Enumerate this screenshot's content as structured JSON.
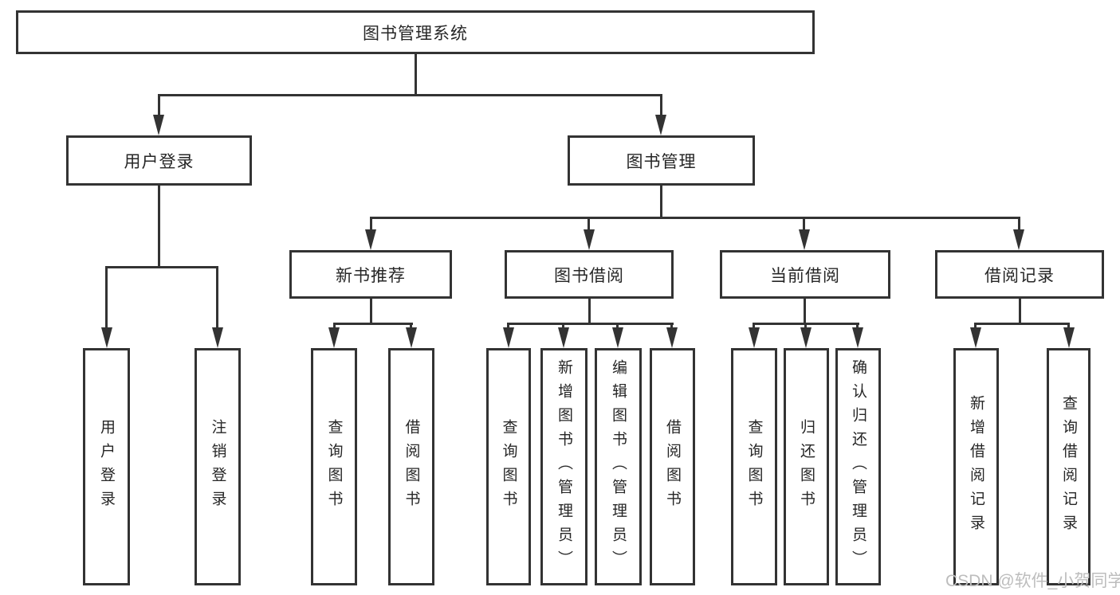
{
  "root": {
    "label": "图书管理系统"
  },
  "level2": {
    "user_login": {
      "label": "用户登录"
    },
    "book_management": {
      "label": "图书管理"
    }
  },
  "level3": {
    "new_book_recommend": {
      "label": "新书推荐"
    },
    "book_borrowing": {
      "label": "图书借阅"
    },
    "current_borrowing": {
      "label": "当前借阅"
    },
    "borrowing_records": {
      "label": "借阅记录"
    }
  },
  "leaves": {
    "user_login": {
      "label": "用户登录"
    },
    "logout": {
      "label": "注销登录"
    },
    "recommend_query_books": {
      "label": "查询图书"
    },
    "recommend_borrow_books": {
      "label": "借阅图书"
    },
    "borrowing_query_books": {
      "label": "查询图书"
    },
    "borrowing_add_books_admin": {
      "label": "新增图书（管理员）"
    },
    "borrowing_edit_books_admin": {
      "label": "编辑图书（管理员）"
    },
    "borrowing_borrow_books": {
      "label": "借阅图书"
    },
    "current_query_books": {
      "label": "查询图书"
    },
    "current_return_books": {
      "label": "归还图书"
    },
    "current_confirm_return_admin": {
      "label": "确认归还（管理员）"
    },
    "records_add_record": {
      "label": "新增借阅记录"
    },
    "records_query_record": {
      "label": "查询借阅记录"
    }
  },
  "watermark": {
    "text": "CSDN @软件_小贺同学"
  },
  "colors": {
    "line": "#333333",
    "text": "#262626",
    "watermark": "#bdbdbd"
  }
}
